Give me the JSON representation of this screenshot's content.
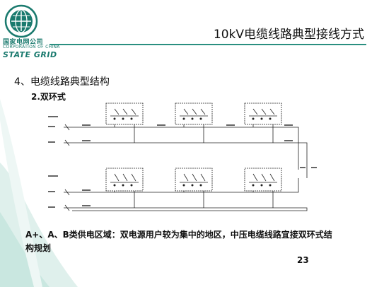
{
  "slide": {
    "title": "10kV电缆线路典型接线方式",
    "heading": "4、电缆线路典型结构",
    "subheading": "2.双环式",
    "note": "A+、A、B类供电区域：双电源用户较为集中的地区，中压电缆线路宜接双环式结构规划",
    "page_number": "23"
  },
  "logo": {
    "name_cn": "国家电网公司",
    "name_en_small": "CORPORATION OF CHINA",
    "name_en": "STATE GRID"
  },
  "colors": {
    "brand": "#1a7a6e",
    "rule": "#2a8f80",
    "text": "#111111"
  }
}
